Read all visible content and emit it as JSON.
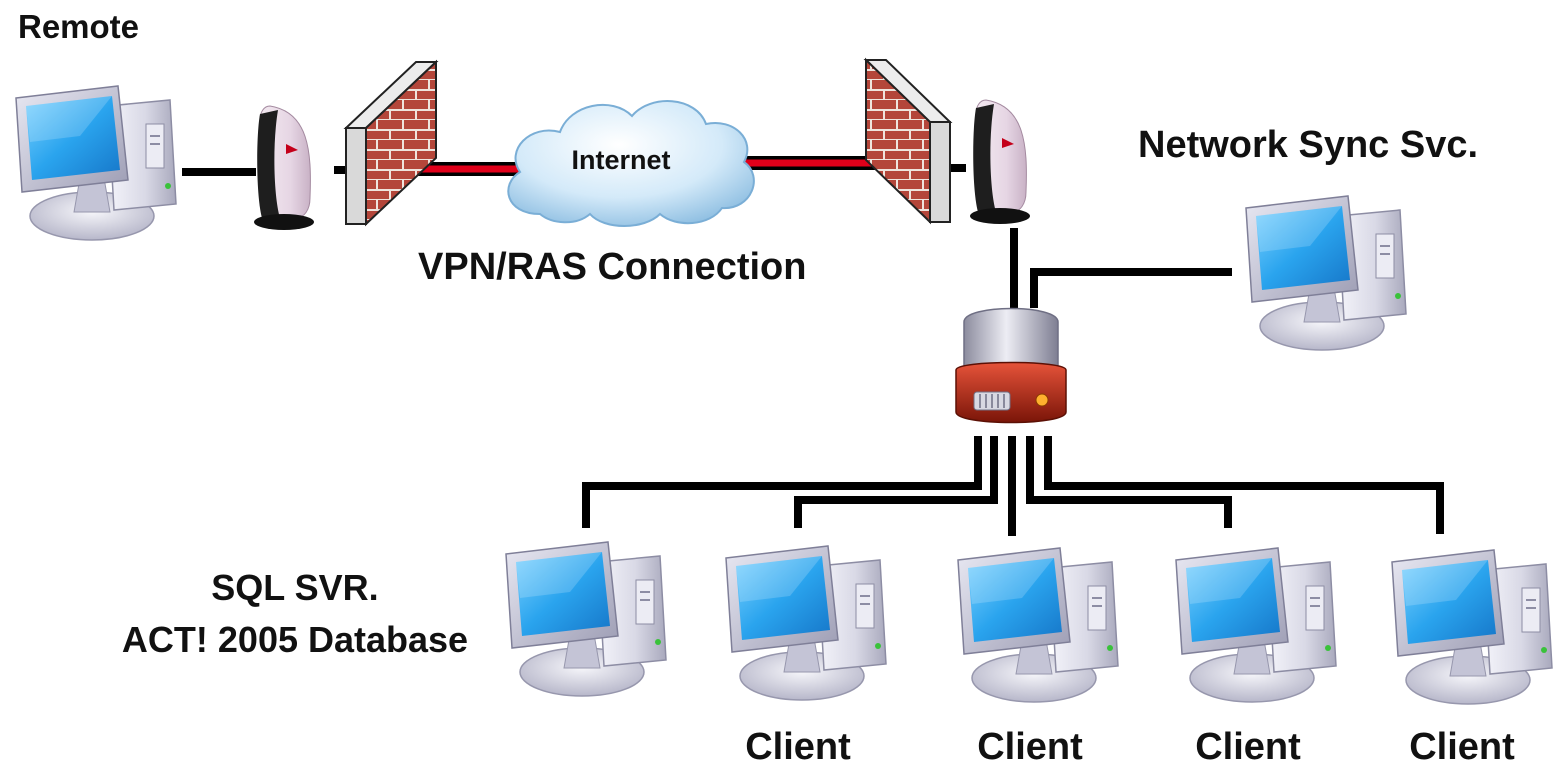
{
  "labels": {
    "remote": "Remote",
    "internet": "Internet",
    "vpn": "VPN/RAS Connection",
    "sync": "Network Sync Svc.",
    "sql_line1": "SQL SVR.",
    "sql_line2": "ACT! 2005 Database",
    "clients": [
      "Client",
      "Client",
      "Client",
      "Client"
    ]
  },
  "icons": [
    "computer-icon",
    "router-icon",
    "firewall-icon",
    "cloud-icon",
    "network-switch-icon"
  ],
  "colors": {
    "screen": "#2aa4ee",
    "tunnel": "#e0001a",
    "brick": "#b4463a",
    "switch_base": "#c0301a",
    "cloud": "#cfe6f7"
  }
}
